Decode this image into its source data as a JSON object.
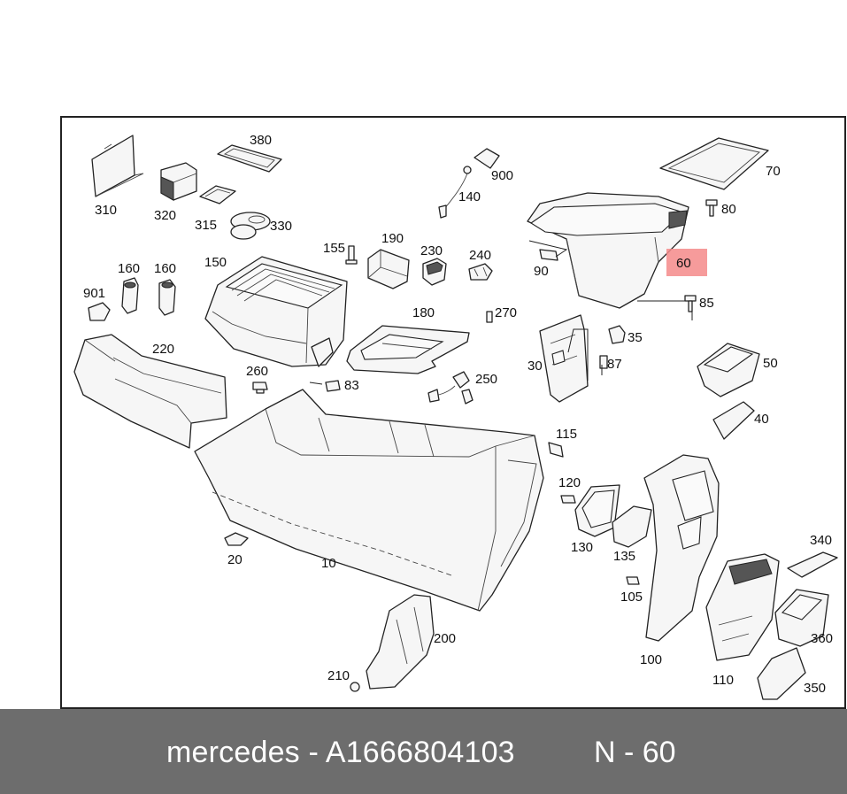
{
  "diagram": {
    "callouts": {
      "c10": "10",
      "c20": "20",
      "c30": "30",
      "c35": "35",
      "c40": "40",
      "c50": "50",
      "c60": "60",
      "c70": "70",
      "c80": "80",
      "c83": "83",
      "c85": "85",
      "c87": "87",
      "c90": "90",
      "c100": "100",
      "c105": "105",
      "c110": "110",
      "c115": "115",
      "c120": "120",
      "c130": "130",
      "c135": "135",
      "c140": "140",
      "c150": "150",
      "c155": "155",
      "c160a": "160",
      "c160b": "160",
      "c180": "180",
      "c190": "190",
      "c200": "200",
      "c210": "210",
      "c220": "220",
      "c230": "230",
      "c240": "240",
      "c250": "250",
      "c260": "260",
      "c270": "270",
      "c310": "310",
      "c315": "315",
      "c320": "320",
      "c330": "330",
      "c340": "340",
      "c350": "350",
      "c360": "360",
      "c380": "380",
      "c900": "900",
      "c901": "901"
    },
    "highlighted_callout": "60",
    "highlight_color": "#f58a8a"
  },
  "footer": {
    "brand_and_part": "mercedes - A1666804103",
    "position": "N - 60",
    "background": "#6d6d6d"
  }
}
